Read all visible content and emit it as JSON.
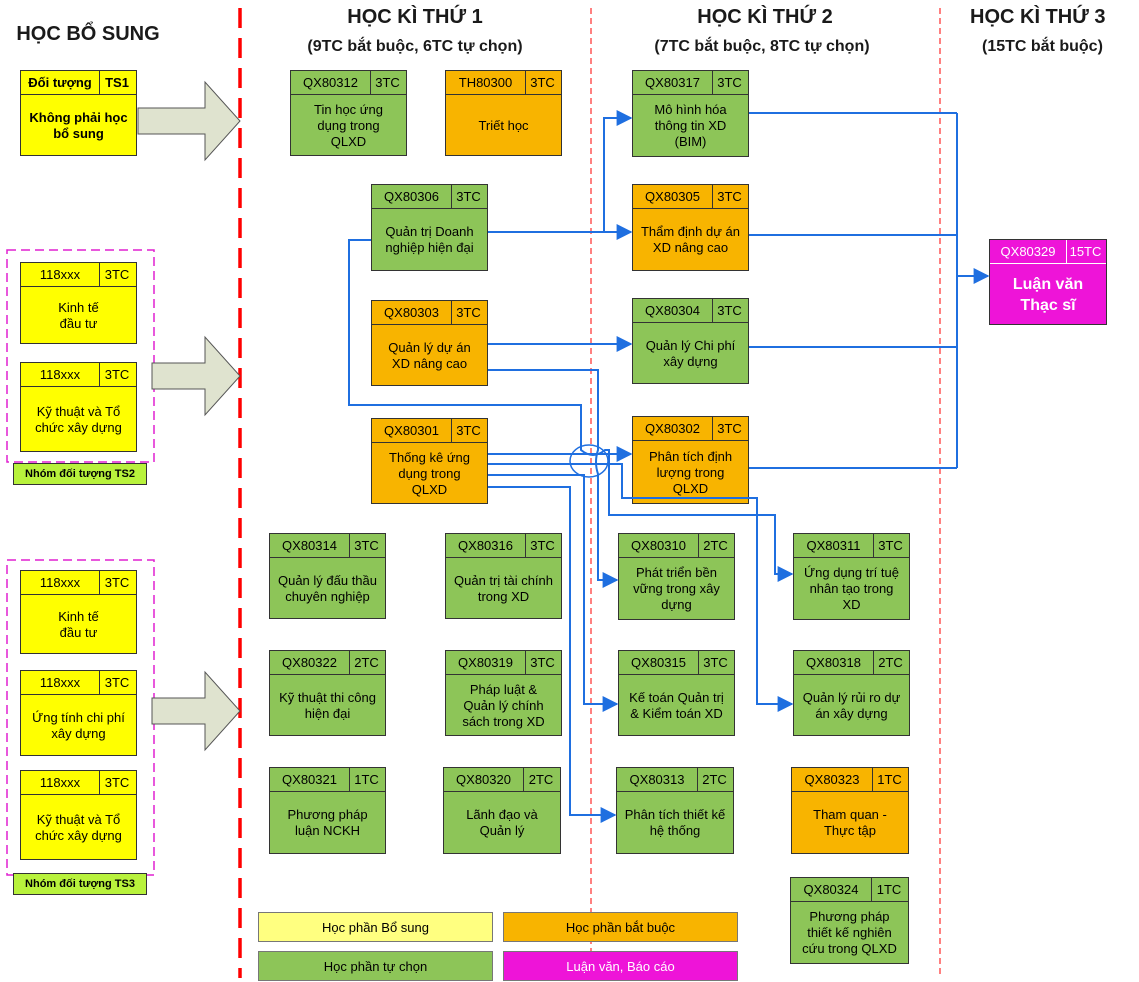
{
  "headers": {
    "supplement": "HỌC BỔ SUNG",
    "sem1": {
      "title": "HỌC KÌ THỨ 1",
      "sub": "(9TC bắt buộc, 6TC tự chọn)"
    },
    "sem2": {
      "title": "HỌC KÌ THỨ 2",
      "sub": "(7TC bắt buộc, 8TC tự chọn)"
    },
    "sem3": {
      "title": "HỌC KÌ THỨ 3",
      "sub": "(15TC bắt buộc)"
    }
  },
  "ts1": {
    "code": "Đối tượng",
    "credit": "TS1",
    "title": "Không phải học bổ sung"
  },
  "ts2": {
    "courses": [
      {
        "code": "118xxx",
        "credit": "3TC",
        "title": "Kinh tế\nđầu tư"
      },
      {
        "code": "118xxx",
        "credit": "3TC",
        "title": "Kỹ thuật và Tổ\nchức xây dựng"
      }
    ],
    "label": "Nhóm đối tượng TS2"
  },
  "ts3": {
    "courses": [
      {
        "code": "118xxx",
        "credit": "3TC",
        "title": "Kinh tế\nđầu tư"
      },
      {
        "code": "118xxx",
        "credit": "3TC",
        "title": "Ứng tính chi phí\nxây dựng"
      },
      {
        "code": "118xxx",
        "credit": "3TC",
        "title": "Kỹ thuật và Tổ\nchức xây dựng"
      }
    ],
    "label": "Nhóm đối tượng TS3"
  },
  "courses": {
    "qx80312": {
      "code": "QX80312",
      "credit": "3TC",
      "title": "Tin học ứng\ndụng trong\nQLXD"
    },
    "th80300": {
      "code": "TH80300",
      "credit": "3TC",
      "title": "Triết học"
    },
    "qx80306": {
      "code": "QX80306",
      "credit": "3TC",
      "title": "Quản trị Doanh\nnghiệp hiện đại"
    },
    "qx80303": {
      "code": "QX80303",
      "credit": "3TC",
      "title": "Quản lý dự án\nXD nâng cao"
    },
    "qx80301": {
      "code": "QX80301",
      "credit": "3TC",
      "title": "Thống kê ứng\ndụng trong\nQLXD"
    },
    "qx80314": {
      "code": "QX80314",
      "credit": "3TC",
      "title": "Quản lý đấu thầu\nchuyên nghiệp"
    },
    "qx80316": {
      "code": "QX80316",
      "credit": "3TC",
      "title": "Quản trị tài chính\ntrong XD"
    },
    "qx80322": {
      "code": "QX80322",
      "credit": "2TC",
      "title": "Kỹ thuật thi công\nhiện đại"
    },
    "qx80319": {
      "code": "QX80319",
      "credit": "3TC",
      "title": "Pháp luật &\nQuản lý chính\nsách trong XD"
    },
    "qx80321": {
      "code": "QX80321",
      "credit": "1TC",
      "title": "Phương pháp\nluận NCKH"
    },
    "qx80320": {
      "code": "QX80320",
      "credit": "2TC",
      "title": "Lãnh đạo và\nQuản lý"
    },
    "qx80317": {
      "code": "QX80317",
      "credit": "3TC",
      "title": "Mô hình hóa\nthông tin XD\n(BIM)"
    },
    "qx80305": {
      "code": "QX80305",
      "credit": "3TC",
      "title": "Thẩm định dự án\nXD nâng cao"
    },
    "qx80304": {
      "code": "QX80304",
      "credit": "3TC",
      "title": "Quản lý Chi phí\nxây dựng"
    },
    "qx80302": {
      "code": "QX80302",
      "credit": "3TC",
      "title": "Phân tích định\nlượng trong\nQLXD"
    },
    "qx80310": {
      "code": "QX80310",
      "credit": "2TC",
      "title": "Phát triển bền\nvững trong xây\ndựng"
    },
    "qx80311": {
      "code": "QX80311",
      "credit": "3TC",
      "title": "Ứng dụng trí tuệ\nnhân tạo trong\nXD"
    },
    "qx80315": {
      "code": "QX80315",
      "credit": "3TC",
      "title": "Kế toán Quản trị\n& Kiểm toán XD"
    },
    "qx80318": {
      "code": "QX80318",
      "credit": "2TC",
      "title": "Quản lý rủi ro dự\nán xây dựng"
    },
    "qx80313": {
      "code": "QX80313",
      "credit": "2TC",
      "title": "Phân tích thiết kế\nhệ thống"
    },
    "qx80323": {
      "code": "QX80323",
      "credit": "1TC",
      "title": "Tham quan -\nThực tập"
    },
    "qx80324": {
      "code": "QX80324",
      "credit": "1TC",
      "title": "Phương pháp\nthiết kế nghiên\ncứu trong QLXD"
    },
    "qx80329": {
      "code": "QX80329",
      "credit": "15TC",
      "title": "Luận văn\nThạc sĩ"
    }
  },
  "legend": {
    "supplement": "Học phần Bổ sung",
    "required": "Học phần bắt buộc",
    "elective": "Học phần tự chọn",
    "thesis": "Luận văn, Báo cáo"
  },
  "colors": {
    "elective": "#8dc558",
    "required": "#f8b400",
    "supplement": "#ffff00",
    "thesis": "#ee14d8",
    "arrow": "#1f6fe0",
    "divider_main": "#ff0000",
    "group_border": "#e020d0"
  }
}
